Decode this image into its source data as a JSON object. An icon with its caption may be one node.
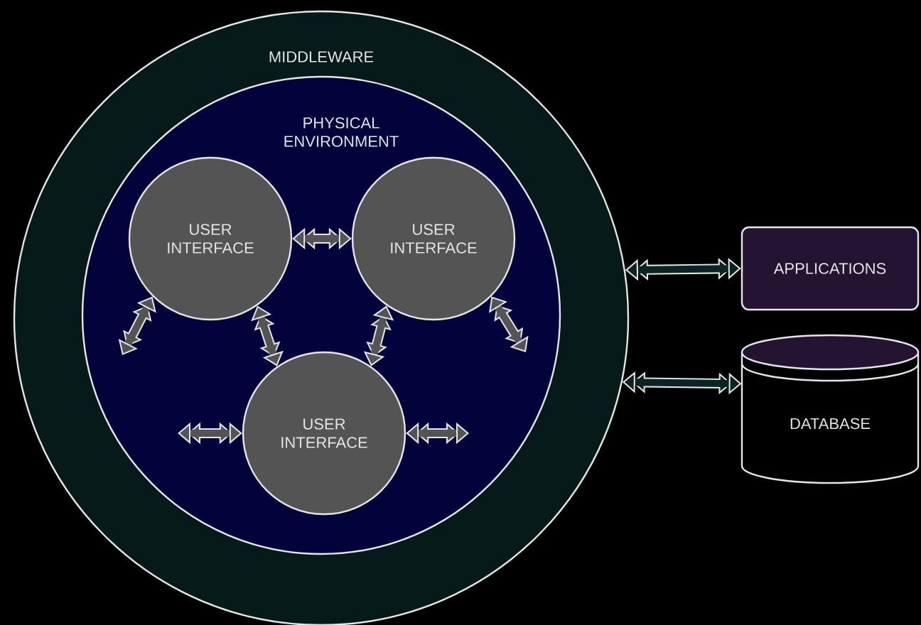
{
  "diagram": {
    "nodes": [
      {
        "text": [
          "MIDDLEWARE"
        ]
      },
      {
        "text": [
          "PHYSICAL ENVIRONMENT"
        ],
        "in": 0
      },
      {
        "text": [
          "USER INTERFACE"
        ],
        "in": 1
      },
      {
        "text": [
          "USER INTERFACE"
        ],
        "in": 1
      },
      {
        "text": [
          "USER INTERFACE"
        ],
        "in": 1
      },
      {
        "text": [
          "APPLICATIONS"
        ]
      },
      {
        "text": [
          "DATABASE"
        ]
      }
    ],
    "edges": [
      {
        "from": 2,
        "to": 3,
        "arrow": "both"
      },
      {
        "from": 2,
        "to": 4,
        "arrow": "both"
      },
      {
        "from": 3,
        "to": 4,
        "arrow": "both"
      },
      {
        "from": null,
        "to": 2,
        "arrow": "both"
      },
      {
        "from": 3,
        "to": null,
        "arrow": "both"
      },
      {
        "from": null,
        "to": 4,
        "arrow": "both"
      },
      {
        "from": 4,
        "to": null,
        "arrow": "both"
      },
      {
        "from": 0,
        "to": 5,
        "arrow": "both",
        "color": "#0a2424"
      },
      {
        "from": 0,
        "to": 6,
        "arrow": "both",
        "color": "#0a2424"
      }
    ]
  }
}
